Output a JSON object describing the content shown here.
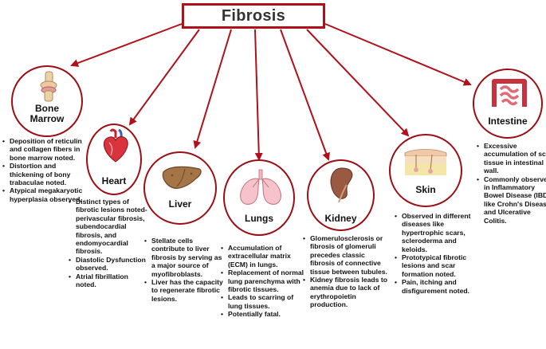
{
  "title": "Fibrosis",
  "colors": {
    "arrow": "#b0101a",
    "circle_border": "#9b0e14",
    "text": "#111111"
  },
  "organs": [
    {
      "id": "bone-marrow",
      "name": "Bone Marrow",
      "name_lines": [
        "Bone",
        "Marrow"
      ],
      "icon": "bone-joint-icon",
      "points": [
        "Deposition of reticulin and collagen fibers in bone marrow noted.",
        "Distortion and thickening of bony trabaculae noted.",
        "Atypical megakaryotic hyperplasia observed."
      ]
    },
    {
      "id": "heart",
      "name": "Heart",
      "name_lines": [
        "Heart"
      ],
      "icon": "heart-icon",
      "points": [
        "Distinct types of fibrotic lesions noted-perivascular fibrosis, subendocardial fibrosis, and endomyocardial fibrosis.",
        "Diastolic Dysfunction observed.",
        "Atrial fibrillation noted."
      ]
    },
    {
      "id": "liver",
      "name": "Liver",
      "name_lines": [
        "Liver"
      ],
      "icon": "liver-icon",
      "points": [
        "Stellate cells contribute to liver fibrosis by serving as a major source of myofibroblasts.",
        "Liver has the capacity to regenerate fibrotic lesions."
      ]
    },
    {
      "id": "lungs",
      "name": "Lungs",
      "name_lines": [
        "Lungs"
      ],
      "icon": "lungs-icon",
      "points": [
        "Accumulation of extracellular matrix (ECM) in lungs.",
        "Replacement of normal lung parenchyma with fibrotic tissues.",
        "Leads to scarring of lung tissues.",
        "Potentially fatal."
      ]
    },
    {
      "id": "kidney",
      "name": "Kidney",
      "name_lines": [
        "Kidney"
      ],
      "icon": "kidney-icon",
      "points": [
        "Glomerulosclerosis or fibrosis of glomeruli precedes classic fibrosis of connective tissue between tubules.",
        "Kidney fibrosis leads to anemia due to lack of erythropoietin production."
      ]
    },
    {
      "id": "skin",
      "name": "Skin",
      "name_lines": [
        "Skin"
      ],
      "icon": "skin-layers-icon",
      "points": [
        "Observed in different diseases like hypertrophic scars, scleroderma and keloids.",
        "Prototypical fibrotic lesions and scar formation noted.",
        "Pain, itching and disfigurement noted."
      ]
    },
    {
      "id": "intestine",
      "name": "Intestine",
      "name_lines": [
        "Intestine"
      ],
      "icon": "intestine-icon",
      "points": [
        "Excessive accumulation of scar tissue in intestinal wall.",
        "Commonly observed in Inflammatory Bowel Disease (IBD) like Crohn's Disease and Ulcerative Colitis."
      ]
    }
  ]
}
